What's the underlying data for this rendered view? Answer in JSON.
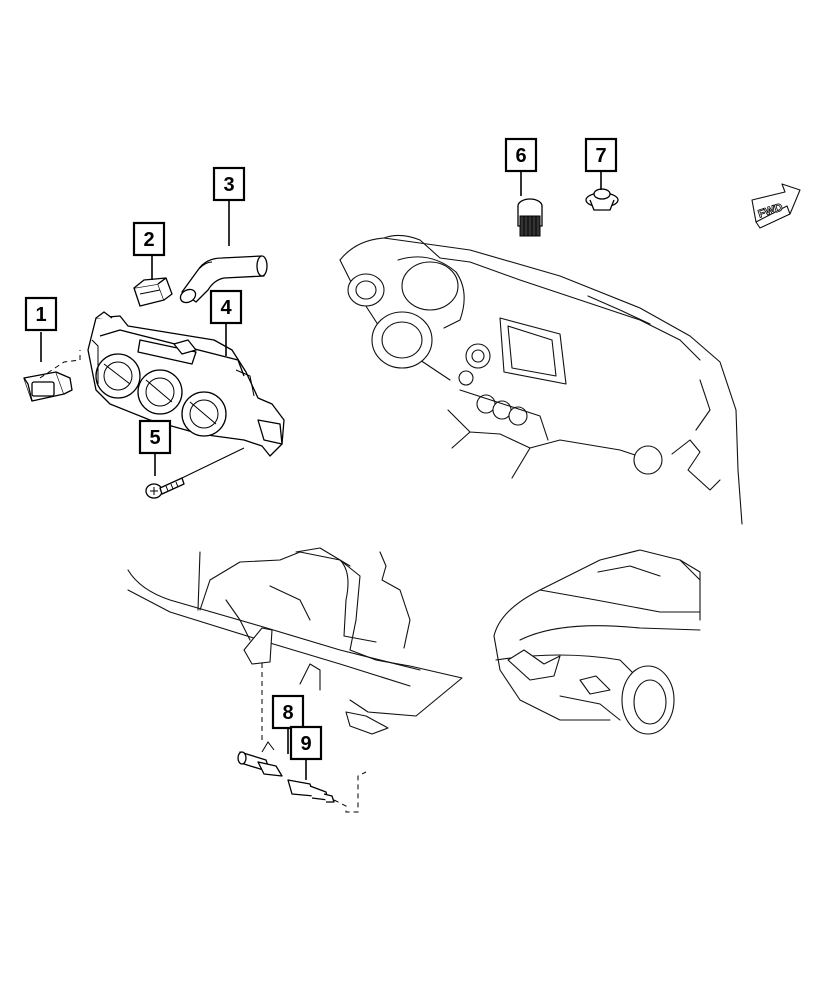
{
  "callouts": [
    {
      "id": "1",
      "label": "1"
    },
    {
      "id": "2",
      "label": "2"
    },
    {
      "id": "3",
      "label": "3"
    },
    {
      "id": "4",
      "label": "4"
    },
    {
      "id": "5",
      "label": "5"
    },
    {
      "id": "6",
      "label": "6"
    },
    {
      "id": "7",
      "label": "7"
    },
    {
      "id": "8",
      "label": "8"
    },
    {
      "id": "9",
      "label": "9"
    }
  ],
  "direction_arrow": {
    "label": "FWD"
  }
}
